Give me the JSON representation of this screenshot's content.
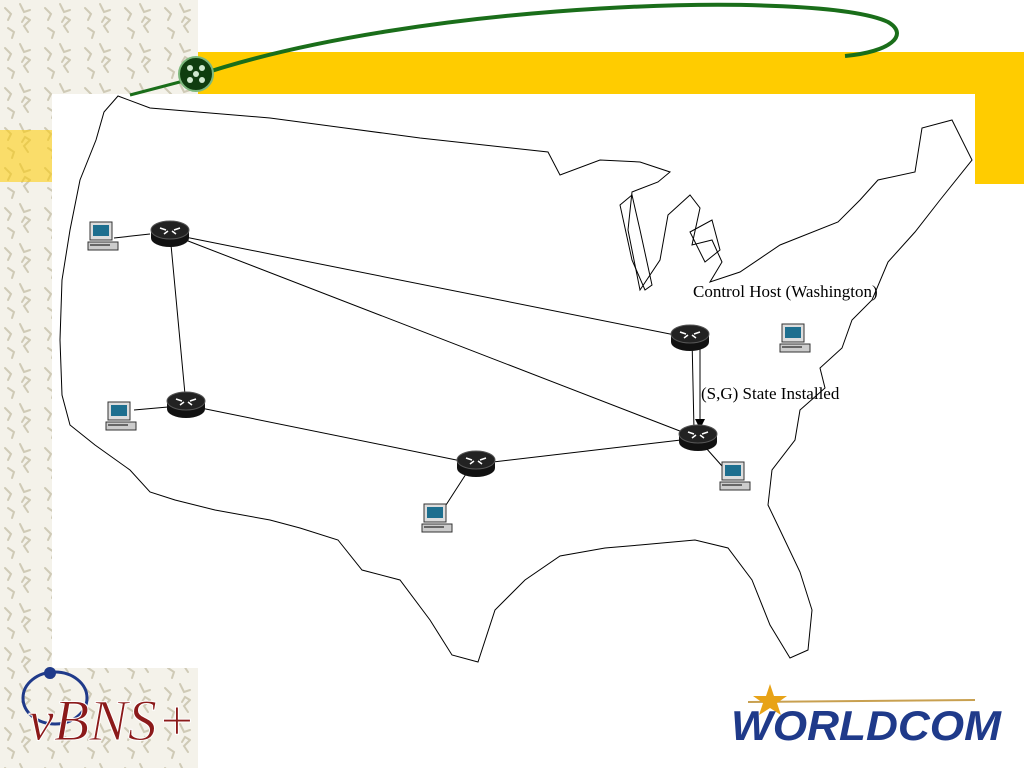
{
  "labels": {
    "control_host": "Control Host (Washington)",
    "state_installed": "(S,G) State Installed"
  },
  "logos": {
    "vbns": "vBNS+",
    "worldcom": "WORLDCOM"
  },
  "icons": {
    "router": "router-icon",
    "host": "computer-host-icon",
    "globe": "network-globe-icon",
    "star": "star-icon"
  },
  "colors": {
    "accent_bar": "#FFCC00",
    "orbit_line": "#1a6e1a",
    "logo_red": "#8b1a1a",
    "logo_blue": "#1f3a8a",
    "pattern": "#d8d4c4"
  }
}
